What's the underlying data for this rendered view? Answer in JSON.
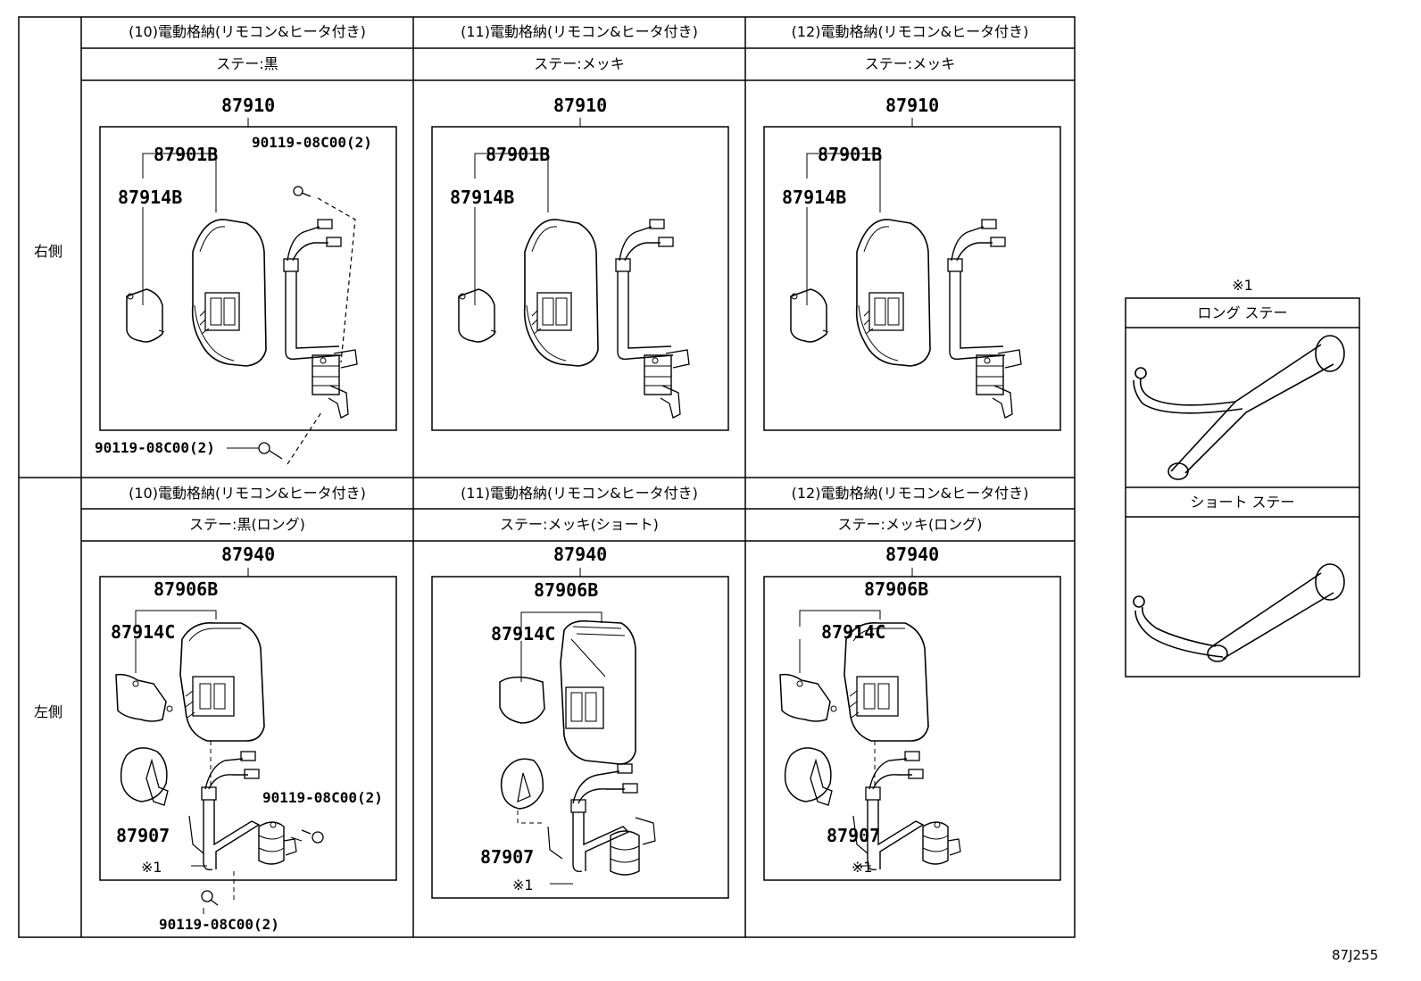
{
  "sides": {
    "right": "右側",
    "left": "左側"
  },
  "right": {
    "cols": [
      {
        "spec": "(10)電動格納(リモコン&ヒータ付き)",
        "stay": "ステー:黒",
        "assy": "87910",
        "housing": "87901B",
        "cover": "87914B",
        "screw": "90119-08C00(2)",
        "screw2": "90119-08C00(2)"
      },
      {
        "spec": "(11)電動格納(リモコン&ヒータ付き)",
        "stay": "ステー:メッキ",
        "assy": "87910",
        "housing": "87901B",
        "cover": "87914B"
      },
      {
        "spec": "(12)電動格納(リモコン&ヒータ付き)",
        "stay": "ステー:メッキ",
        "assy": "87910",
        "housing": "87901B",
        "cover": "87914B"
      }
    ]
  },
  "left": {
    "cols": [
      {
        "spec": "(10)電動格納(リモコン&ヒータ付き)",
        "stay": "ステー:黒(ロング)",
        "assy": "87940",
        "housing": "87906B",
        "cover": "87914C",
        "mirror": "87907",
        "ref": "※1",
        "screw": "90119-08C00(2)",
        "screw2": "90119-08C00(2)"
      },
      {
        "spec": "(11)電動格納(リモコン&ヒータ付き)",
        "stay": "ステー:メッキ(ショート)",
        "assy": "87940",
        "housing": "87906B",
        "cover": "87914C",
        "mirror": "87907",
        "ref": "※1"
      },
      {
        "spec": "(12)電動格納(リモコン&ヒータ付き)",
        "stay": "ステー:メッキ(ロング)",
        "assy": "87940",
        "housing": "87906B",
        "cover": "87914C",
        "mirror": "87907",
        "ref": "※1"
      }
    ]
  },
  "note": {
    "ref": "※1",
    "long": "ロング ステー",
    "short": "ショート ステー"
  },
  "diagram_code": "87J255"
}
